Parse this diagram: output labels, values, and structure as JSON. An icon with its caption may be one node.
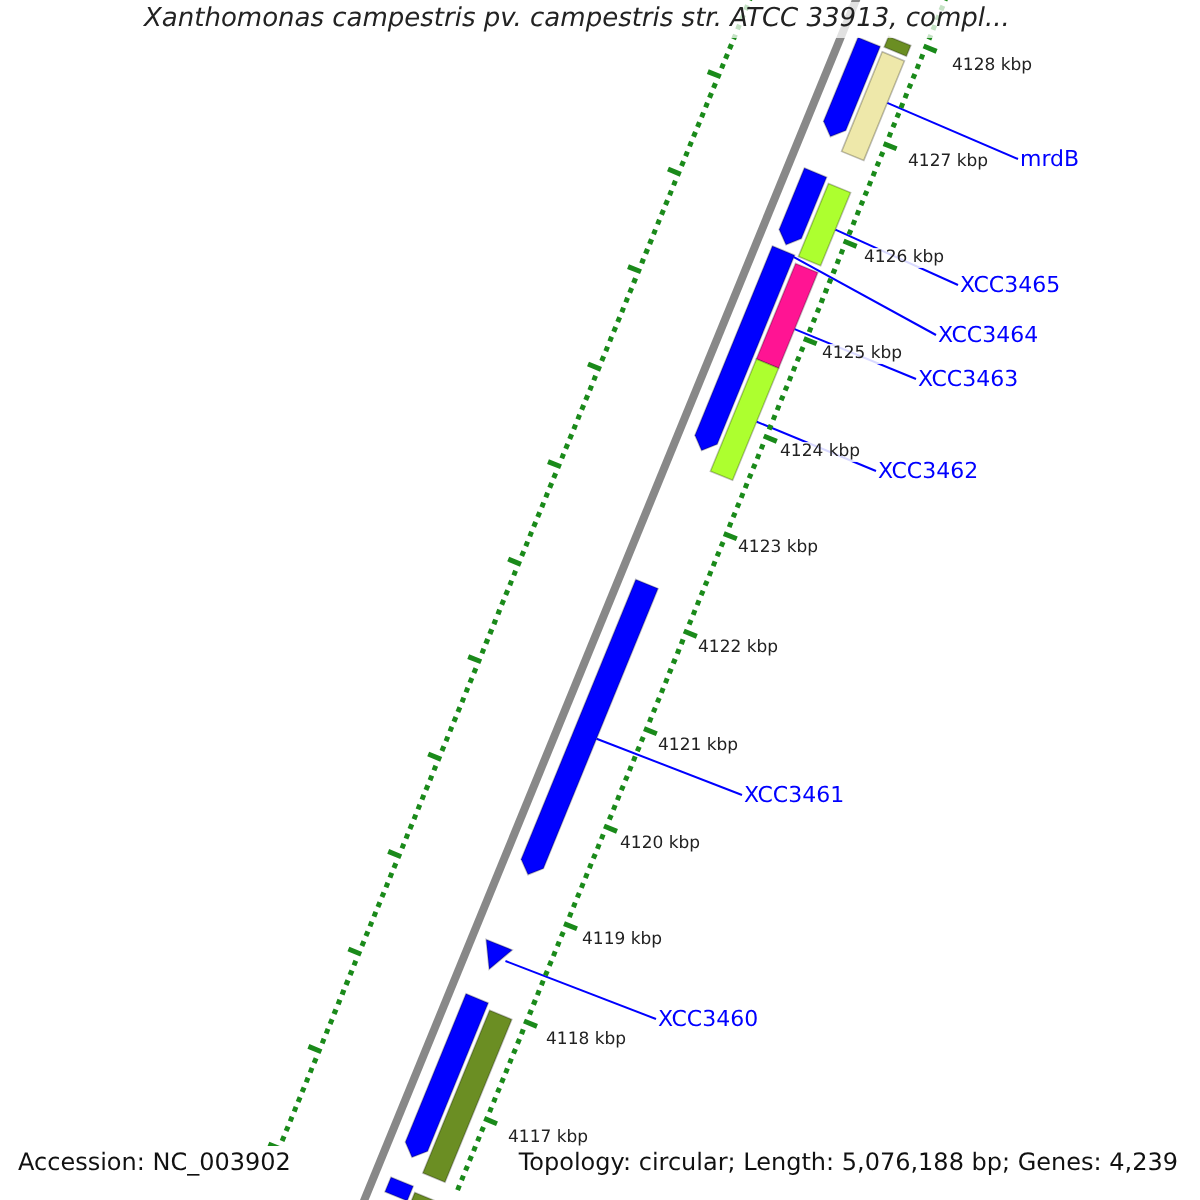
{
  "diagram": {
    "title": "Xanthomonas campestris pv. campestris str. ATCC 33913, compl...",
    "nodes": [
      {
        "text": [],
        "shape": "arrow"
      },
      {
        "text": [],
        "shape": "bar"
      },
      {
        "text": [],
        "shape": "bar"
      },
      {
        "text": [
          "mrdB"
        ]
      },
      {
        "text": [],
        "shape": "arrow"
      },
      {
        "text": [],
        "shape": "bar"
      },
      {
        "text": [
          "XCC3465"
        ]
      },
      {
        "text": [],
        "shape": "arrow"
      },
      {
        "text": [],
        "shape": "bar"
      },
      {
        "text": [
          "XCC3464"
        ]
      },
      {
        "text": [
          "XCC3463"
        ]
      },
      {
        "text": [],
        "shape": "bar"
      },
      {
        "text": [
          "XCC3462"
        ]
      },
      {
        "text": [],
        "shape": "arrow"
      },
      {
        "text": [
          "XCC3461"
        ]
      },
      {
        "text": [],
        "shape": "triangle"
      },
      {
        "text": [
          "XCC3460"
        ]
      },
      {
        "text": [],
        "shape": "arrow"
      },
      {
        "text": [],
        "shape": "bar"
      },
      {
        "text": [],
        "shape": "bar"
      },
      {
        "text": [],
        "shape": "bar"
      }
    ],
    "edges": [
      {
        "from": 3,
        "to": 2,
        "arrow": "none"
      },
      {
        "from": 6,
        "to": 5,
        "arrow": "none"
      },
      {
        "from": 9,
        "to": 7,
        "arrow": "none"
      },
      {
        "from": 10,
        "to": 8,
        "arrow": "none"
      },
      {
        "from": 12,
        "to": 11,
        "arrow": "none"
      },
      {
        "from": 14,
        "to": 13,
        "arrow": "none"
      },
      {
        "from": 16,
        "to": 15,
        "arrow": "none"
      }
    ],
    "labels": [
      "4128 kbp",
      "4127 kbp",
      "4126 kbp",
      "4125 kbp",
      "4124 kbp",
      "4123 kbp",
      "4122 kbp",
      "4121 kbp",
      "4120 kbp",
      "4119 kbp",
      "4118 kbp",
      "4117 kbp",
      "Accession: NC_003902",
      "Topology: circular; Length: 5,076,188 bp; Genes: 4,239"
    ]
  }
}
